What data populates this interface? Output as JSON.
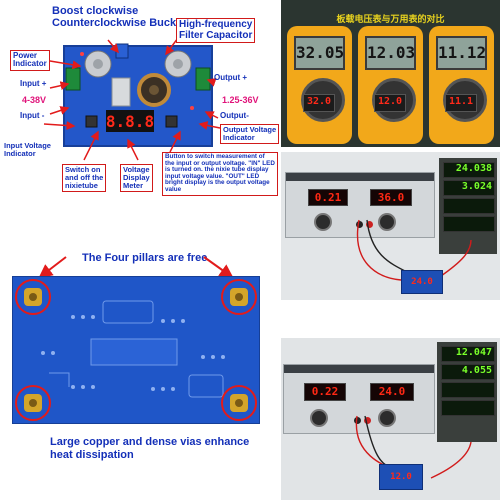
{
  "module_diagram": {
    "title_buck": "Boost clockwise\nCounterclockwise Buck",
    "title_filter": "High-frequency\nFilter Capacitor",
    "power_indicator": "Power\nIndicator",
    "input_plus": "Input +",
    "input_range": "4-38V",
    "input_minus": "Input -",
    "input_voltage_indicator": "Input Voltage\nIndicator",
    "switch_nixie": "Switch on\nand off the\nnixietube",
    "voltage_display_meter": "Voltage\nDisplay\nMeter",
    "button_description": "Button to switch measurement of the input or output voltage. \"IN\" LED is turned on. the nixie tube display input voltage value. \"OUT\" LED bright display is the output voltage value",
    "output_plus": "Output +",
    "output_range": "1.25-36V",
    "output_minus": "Output-",
    "output_voltage_indicator": "Output Voltage\nIndicator"
  },
  "comparison_photo": {
    "title": "板载电压表与万用表的对比",
    "meter_readings": [
      "32.05",
      "12.03",
      "11.12"
    ],
    "board_readings": [
      "32.0",
      "12.0",
      "11.1"
    ]
  },
  "test_photo_1": {
    "psu_left_display": "0.21",
    "psu_right_display": "36.0",
    "stack_readings": [
      "24.038",
      "3.024",
      "",
      ""
    ],
    "board_display": "24.0"
  },
  "test_photo_2": {
    "psu_left_display": "0.22",
    "psu_right_display": "24.0",
    "stack_readings": [
      "12.047",
      "4.055",
      "",
      ""
    ],
    "board_display": "12.0"
  },
  "pcb_back": {
    "pillars_caption": "The Four pillars are free",
    "copper_caption": "Large copper and dense vias enhance\nheat dissipation"
  },
  "colors": {
    "pcb_blue": "#1f56c8",
    "label_blue": "#1430b8",
    "accent_red": "#e21b1b",
    "range_magenta": "#e0137a",
    "meter_orange": "#f2a81a",
    "led_red": "#ff2a1a"
  }
}
